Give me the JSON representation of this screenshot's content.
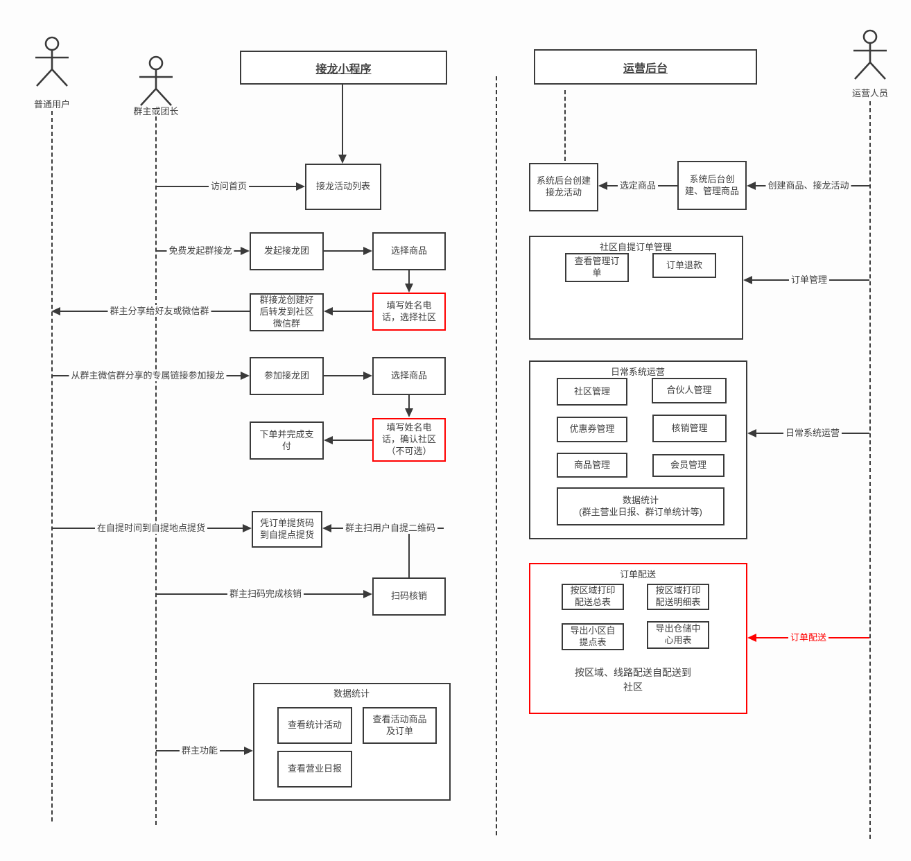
{
  "colors": {
    "line": "#3a3a3a",
    "accent_red": "#ff0000",
    "background": "#fdfdfd"
  },
  "actors": {
    "user": {
      "label": "普通用户"
    },
    "group_owner": {
      "label": "群主或团长"
    },
    "operator": {
      "label": "运营人员"
    }
  },
  "headers": {
    "miniapp": {
      "title": "接龙小程序"
    },
    "backend": {
      "title": "运营后台"
    }
  },
  "nodes": {
    "activity_list": "接龙活动列表",
    "sys_create_activity": "系统后台创建\n接龙活动",
    "sys_manage_goods": "系统后台创\n建、管理商品",
    "start_chain": "发起接龙团",
    "select_goods_1": "选择商品",
    "share_community": "群接龙创建好\n后转发到社区\n微信群",
    "fill_name_select": "填写姓名电\n话，选择社区",
    "join_chain": "参加接龙团",
    "select_goods_2": "选择商品",
    "pay_order": "下单并完成支\n付",
    "fill_name_confirm": "填写姓名电\n话，确认社区\n（不可选）",
    "pickup_with_code": "凭订单提货码\n到自提点提货",
    "scan_verify": "扫码核销"
  },
  "groups": {
    "pickup_orders": {
      "title": "社区自提订单管理",
      "items": {
        "view_orders": "查看管理订\n单",
        "refund": "订单退款"
      }
    },
    "daily_ops": {
      "title": "日常系统运营",
      "items": {
        "community": "社区管理",
        "partner": "合伙人管理",
        "coupon": "优惠券管理",
        "verify": "核销管理",
        "goods": "商品管理",
        "member": "会员管理",
        "stats": "数据统计\n(群主营业日报、群订单统计等)"
      }
    },
    "delivery": {
      "title": "订单配送",
      "items": {
        "print_total": "按区域打印\n配送总表",
        "print_detail": "按区域打印\n配送明细表",
        "export_pickup": "导出小区自\n提点表",
        "export_warehouse": "导出仓储中\n心用表"
      },
      "note": "按区域、线路配送自配送到\n社区"
    },
    "stats": {
      "title": "数据统计",
      "items": {
        "view_activity": "查看统计活动",
        "view_goods_orders": "查看活动商品\n及订单",
        "view_daily": "查看营业日报"
      }
    }
  },
  "edges": {
    "visit_home": "访问首页",
    "choose_goods": "选定商品",
    "create_goods_activity": "创建商品、接龙活动",
    "free_start": "免费发起群接龙",
    "owner_share": "群主分享给好友或微信群",
    "join_via_link": "从群主微信群分享的专属链接参加接龙",
    "pickup_time": "在自提时间到自提地点提货",
    "owner_scan_qr": "群主扫用户自提二维码",
    "owner_scan_verify": "群主扫码完成核销",
    "order_mgmt": "订单管理",
    "daily_ops": "日常系统运营",
    "delivery": "订单配送",
    "owner_features": "群主功能"
  }
}
